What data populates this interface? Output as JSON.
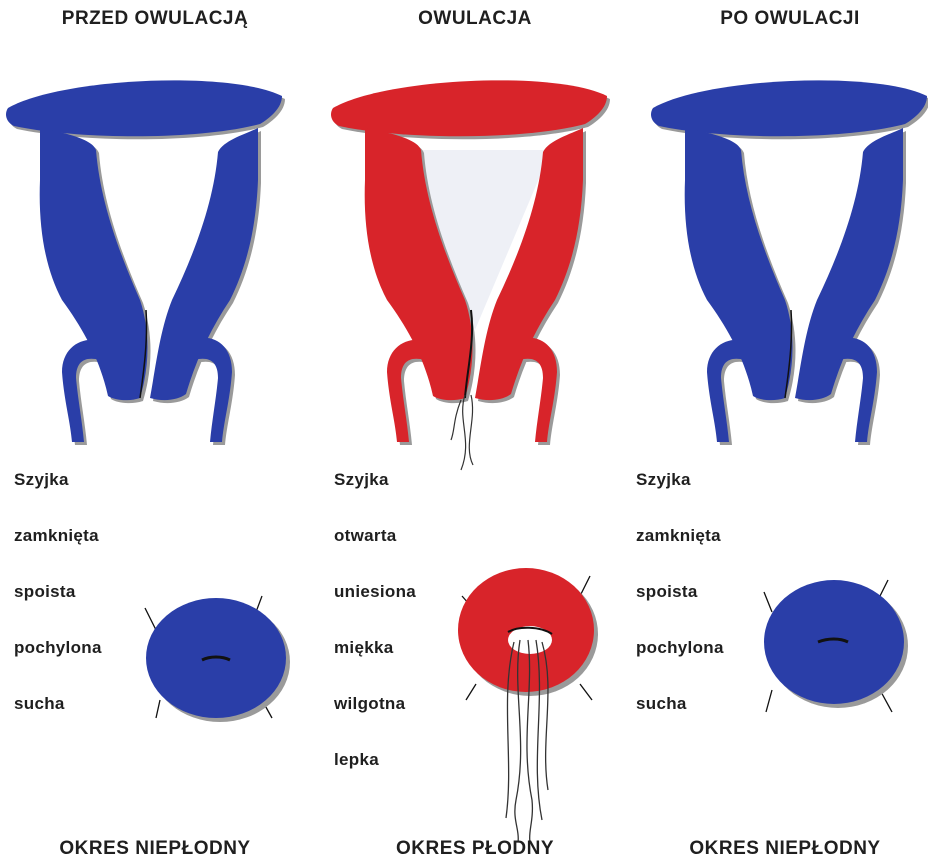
{
  "columns": [
    {
      "title": "PRZED OWULACJĄ",
      "properties": [
        "Szyjka",
        "zamknięta",
        "spoista",
        "pochylona",
        "sucha"
      ],
      "footer": "OKRES NIEPŁODNY",
      "color": "#2a3ea8"
    },
    {
      "title": "OWULACJA",
      "properties": [
        "Szyjka",
        "otwarta",
        "uniesiona",
        "miękka",
        "wilgotna",
        "lepka"
      ],
      "footer": "OKRES PŁODNY",
      "color": "#d8242a"
    },
    {
      "title": "PO OWULACJI",
      "properties": [
        "Szyjka",
        "zamknięta",
        "spoista",
        "pochylona",
        "sucha"
      ],
      "footer": "OKRES NIEPŁODNY",
      "color": "#2a3ea8"
    }
  ],
  "colors": {
    "blue": "#2a3ea8",
    "red": "#d8242a",
    "shadow": "#9a9a9a"
  }
}
